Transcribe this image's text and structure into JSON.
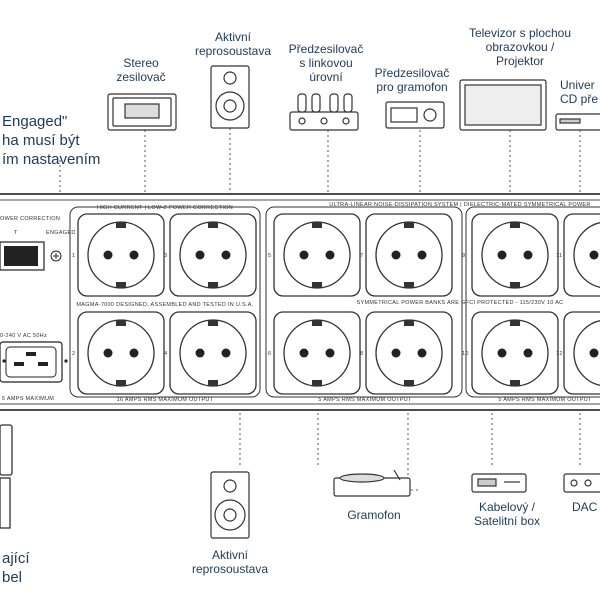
{
  "left_note": {
    "line1": "Engaged\"",
    "line2": "ha musí být",
    "line3": "ím nastavením"
  },
  "left_bottom": {
    "line1": "ající",
    "line2": "bel"
  },
  "devices_top": {
    "stereo_amp": [
      "Stereo",
      "zesilovač"
    ],
    "active_speaker": [
      "Aktivní",
      "reprosoustava"
    ],
    "line_preamp": [
      "Předzesilovač",
      "s linkovou",
      "úrovní"
    ],
    "phono_preamp": [
      "Předzesilovač",
      "pro gramofon"
    ],
    "tv": [
      "Televizor s plochou",
      "obrazovkou /",
      "Projektor"
    ],
    "cd": [
      "Univer",
      "CD pře"
    ]
  },
  "devices_bottom": {
    "active_speaker": [
      "Aktivní",
      "reprosoustava"
    ],
    "turntable": [
      "Gramofon"
    ],
    "cable_box": [
      "Kabelový /",
      "Satelitní box"
    ],
    "dac": [
      "DAC"
    ]
  },
  "panel": {
    "power_correction": "OWER CORRECTION",
    "bypass": "T",
    "engaged": "ENGAGED",
    "voltage": "0-240 V AC 50Hz",
    "amps_max": "5 AMPS MAXIMUM",
    "bank1_title": "HIGH CURRENT  |  LOW-Z POWER CORRECTION",
    "bank2_title": "ULTRA-LINEAR NOISE-DISSIPATION SYSTEM  |  DIELECTRIC-MATED SYMMETRICAL POWER",
    "made_in": "MAGMA-7000   DESIGNED, ASSEMBLED AND TESTED IN U.S.A.",
    "symm_note": "SYMMETRICAL POWER BANKS ARE GFCI PROTECTED  -  115/230V 10 AC",
    "bank1_output": "16 AMPS RMS MAXIMUM OUTPUT",
    "bank2_output": "5 AMPS RMS MAXIMUM OUTPUT",
    "bank3_output": "5 AMPS RMS MAXIMUM OUTPUT",
    "outlet_numbers": [
      "3",
      "1",
      "2",
      "4",
      "5",
      "7",
      "6",
      "8",
      "9",
      "11",
      "10",
      "12"
    ]
  },
  "colors": {
    "text": "#1f3a57",
    "line": "#444444",
    "dot": "#555555"
  }
}
